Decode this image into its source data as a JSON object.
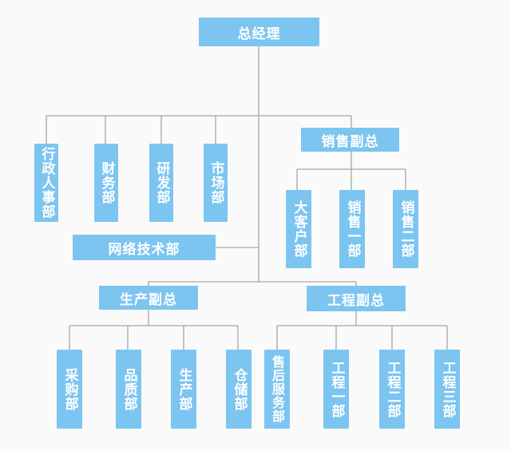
{
  "colors": {
    "node_fill": "#7cc5f0",
    "node_text": "#ffffff",
    "connector": "#a6a6a6",
    "background": "#fafafa"
  },
  "org": {
    "ceo": "总经理",
    "departments_top": [
      "行政人事部",
      "财务部",
      "研发部",
      "市场部"
    ],
    "network": "网络技术部",
    "sales_vp": "销售副总",
    "sales_units": [
      "大客户部",
      "销售一部",
      "销售二部"
    ],
    "production_vp": "生产副总",
    "production_units": [
      "采购部",
      "品质部",
      "生产部",
      "仓储部"
    ],
    "engineering_vp": "工程副总",
    "engineering_units": [
      "售后服务部",
      "工程一部",
      "工程二部",
      "工程三部"
    ]
  }
}
